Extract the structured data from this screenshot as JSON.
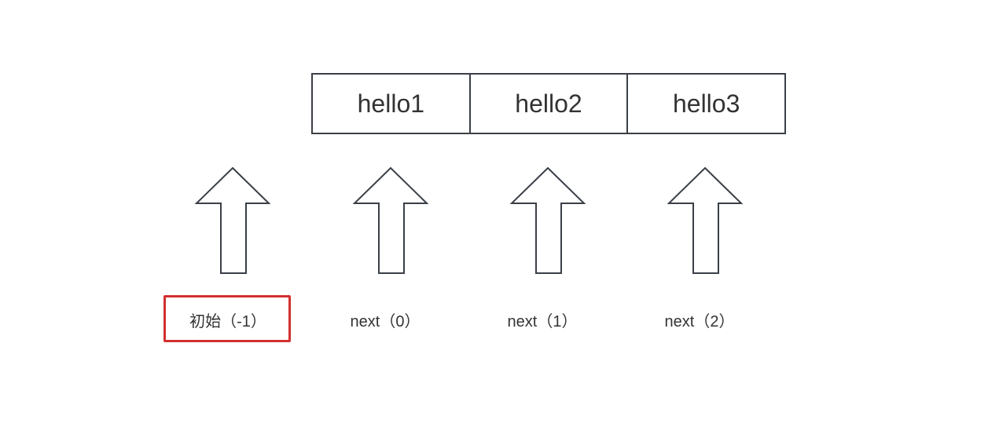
{
  "array": {
    "cells": [
      "hello1",
      "hello2",
      "hello3"
    ]
  },
  "pointers": [
    {
      "label": "初始（-1）",
      "highlighted": true
    },
    {
      "label": "next（0）",
      "highlighted": false
    },
    {
      "label": "next（1）",
      "highlighted": false
    },
    {
      "label": "next（2）",
      "highlighted": false
    }
  ],
  "colors": {
    "stroke": "#3a3f47",
    "highlight": "#d32f2f",
    "text": "#333333"
  }
}
